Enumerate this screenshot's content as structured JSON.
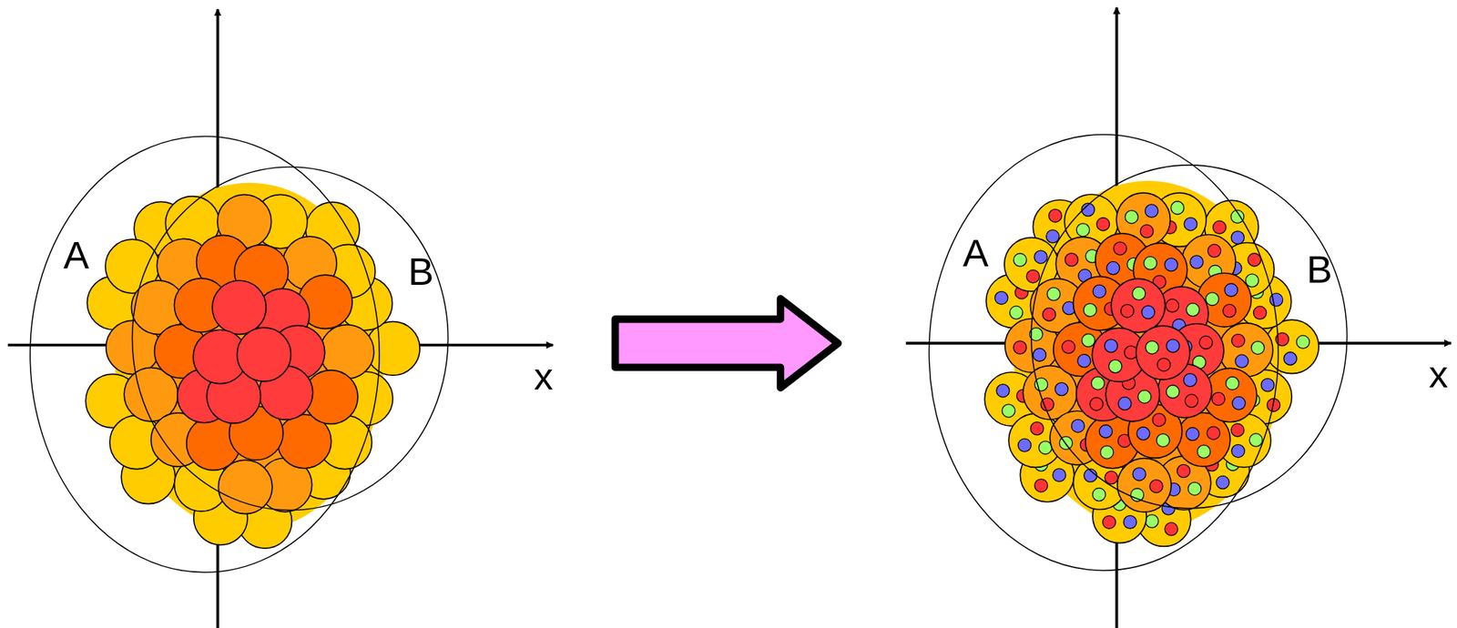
{
  "diagram": {
    "labels": [
      "A",
      "B",
      "x",
      "A",
      "B",
      "x"
    ]
  }
}
